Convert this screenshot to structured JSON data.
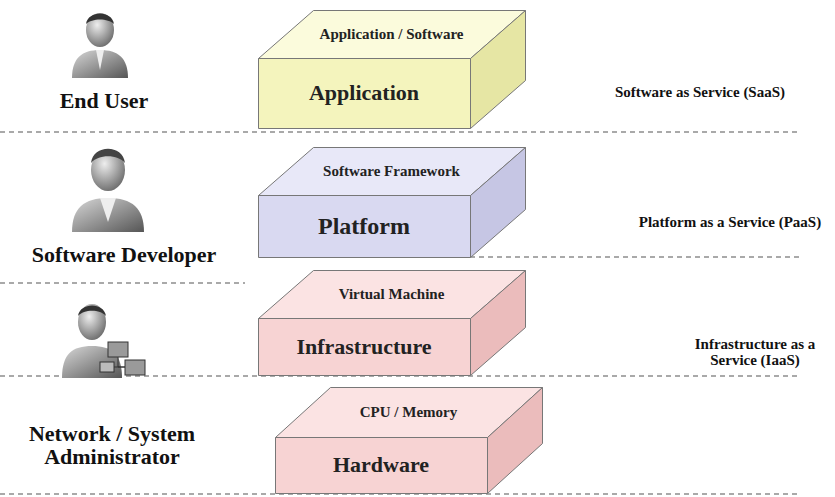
{
  "diagram": {
    "nodes": [
      {
        "text": [
          "Application / Software",
          "Application"
        ]
      },
      {
        "text": [
          "Software Framework",
          "Platform"
        ]
      },
      {
        "text": [
          "Virtual Machine",
          "Infrastructure"
        ]
      },
      {
        "text": [
          "CPU / Memory",
          "Hardware"
        ]
      }
    ],
    "labels": [
      "End User",
      "Software Developer",
      "Network / System Administrator",
      "Software as Service (SaaS)",
      "Platform as a Service (PaaS)",
      "Infrastructure as a Service (IaaS)"
    ]
  }
}
